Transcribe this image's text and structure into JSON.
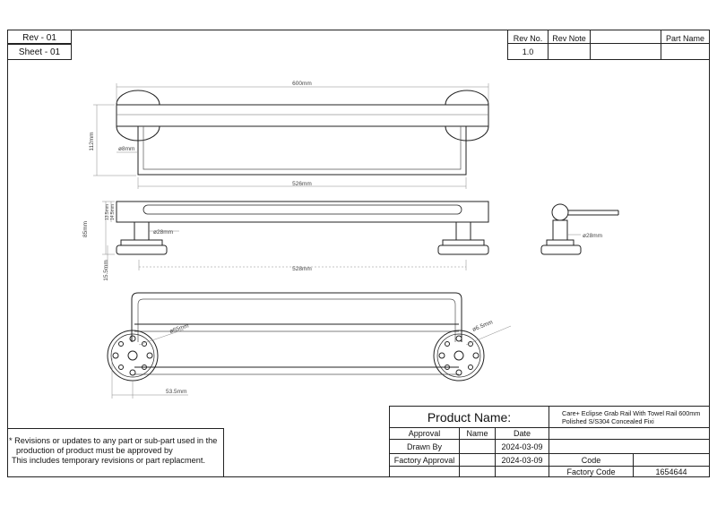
{
  "header": {
    "rev": "Rev - 01",
    "sheet": "Sheet - 01",
    "rev_no_label": "Rev No.",
    "rev_note_label": "Rev Note",
    "part_name_label": "Part Name",
    "rev_no_value": "1.0"
  },
  "dimensions": {
    "width_600": "600mm",
    "height_112": "112mm",
    "dia_8": "ø8mm",
    "span_526": "526mm",
    "dia_28_side": "ø28mm",
    "height_85": "85mm",
    "height_15_5": "15.5mm",
    "span_528": "528mm",
    "dia_28_end": "ø28mm",
    "dia_65": "ø65mm",
    "dia_65_5": "ø6.5mm",
    "span_53_5": "53.5mm",
    "small_a": "13.5mm",
    "small_b": "14.5mm"
  },
  "note": {
    "line1": "* Revisions or updates to any part or sub-part used in the",
    "line2": "production of product must be approved by",
    "line3": "This includes temporary revisions or part replacment."
  },
  "title_block": {
    "product_name_label": "Product Name:",
    "product_description_1": "Care+ Eclipse Grab Rail With Towel Rail 600mm",
    "product_description_2": "Polished S/S304 Concealed Fixi",
    "approval_label": "Approval",
    "name_label": "Name",
    "date_label": "Date",
    "drawn_by_label": "Drawn By",
    "drawn_by_date": "2024-03-09",
    "factory_approval_label": "Factory Approval",
    "factory_approval_date": "2024-03-09",
    "code_label": "Code",
    "factory_code_label": "Factory Code",
    "factory_code_value": "1654644"
  }
}
